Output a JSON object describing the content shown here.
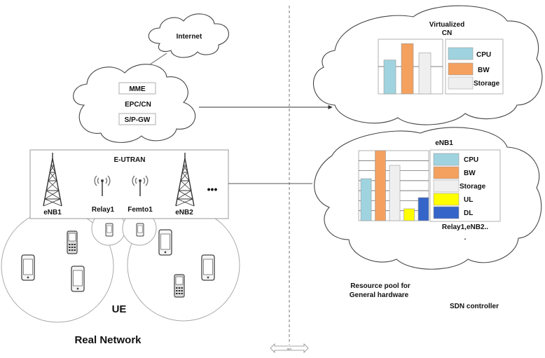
{
  "left": {
    "internet": "Internet",
    "epc": {
      "mme": "MME",
      "title": "EPC/CN",
      "spgw": "S/P-GW"
    },
    "eutran": {
      "title": "E-UTRAN",
      "enb1": "eNB1",
      "relay": "Relay1",
      "femto": "Femto1",
      "enb2": "eNB2",
      "more": "•••"
    },
    "ue": "UE",
    "footer": "Real Network"
  },
  "interface_label": "API",
  "right": {
    "cn": {
      "title_line1": "Virtualized",
      "title_line2": "CN",
      "legend": [
        "CPU",
        "BW",
        "Storage"
      ]
    },
    "enb": {
      "title": "eNB1",
      "legend": [
        "CPU",
        "BW",
        "Storage",
        "UL",
        "DL"
      ],
      "more_line1": "Relay1,eNB2..",
      "more_line2": "."
    },
    "pool_line1": "Resource pool for",
    "pool_line2": "General hardware",
    "sdn": "SDN controller"
  },
  "colors": {
    "cpu": "#9fd3df",
    "bw": "#f4a15f",
    "storage": "#efefef",
    "ul": "#ffff00",
    "dl": "#3565c8",
    "line": "#333333"
  },
  "chart_data": [
    {
      "type": "bar",
      "categories": [
        "CPU",
        "BW",
        "Storage"
      ],
      "values": [
        0.62,
        0.92,
        0.75
      ],
      "ylim": [
        0,
        1
      ],
      "grid": true
    },
    {
      "type": "bar",
      "categories": [
        "CPU",
        "BW",
        "Storage",
        "UL",
        "DL"
      ],
      "values": [
        0.6,
        1.0,
        0.79,
        0.17,
        0.33
      ],
      "ylim": [
        0,
        1
      ],
      "grid": true
    }
  ]
}
